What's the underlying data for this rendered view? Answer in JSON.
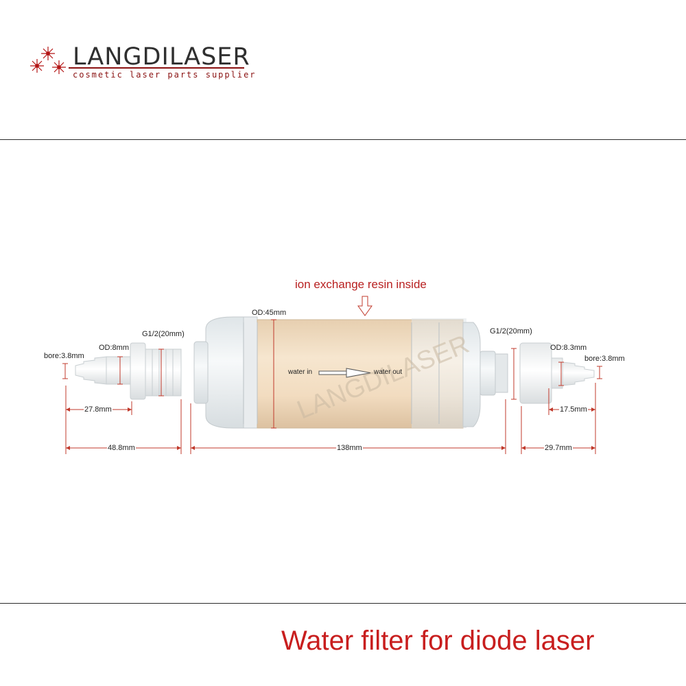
{
  "logo": {
    "brand": "LANGDILASER",
    "tagline": "cosmetic laser parts supplier",
    "accent_color": "#b31414"
  },
  "caption": "Water filter for diode laser",
  "annotation": "ion exchange resin inside",
  "filter_body": {
    "watermark": "LANGDILASER",
    "flow_in": "water in",
    "flow_out": "water out"
  },
  "dimensions": {
    "left_bore": "bore:3.8mm",
    "left_od": "OD:8mm",
    "left_thread": "G1/2(20mm)",
    "body_od": "OD:45mm",
    "right_thread": "G1/2(20mm)",
    "right_od": "OD:8.3mm",
    "right_bore": "bore:3.8mm",
    "left_barb_length": "27.8mm",
    "left_fitting_length": "48.8mm",
    "body_length": "138mm",
    "right_barb_length": "17.5mm",
    "right_fitting_length": "29.7mm"
  },
  "colors": {
    "dimension_line": "#c0392b",
    "caption": "#c81e1e",
    "resin": "#f1dcc0",
    "plastic": "#eef1f2"
  }
}
